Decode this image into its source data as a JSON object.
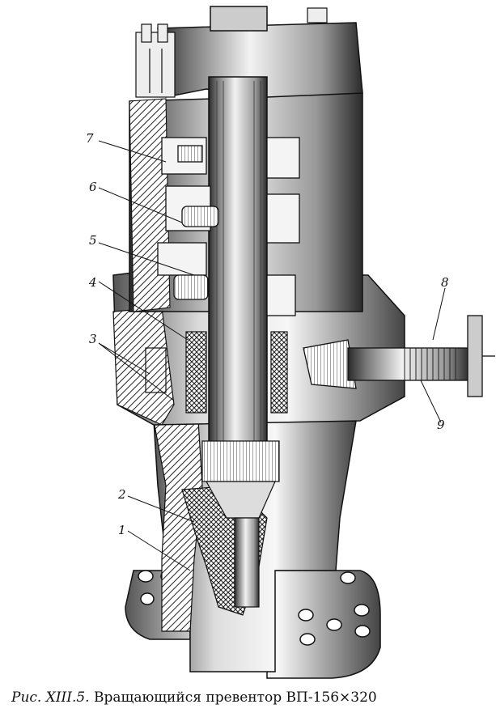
{
  "figure": {
    "callouts": [
      {
        "id": "7",
        "label": "7"
      },
      {
        "id": "6",
        "label": "6"
      },
      {
        "id": "5",
        "label": "5"
      },
      {
        "id": "4",
        "label": "4"
      },
      {
        "id": "3",
        "label": "3"
      },
      {
        "id": "2",
        "label": "2"
      },
      {
        "id": "1",
        "label": "1"
      },
      {
        "id": "8",
        "label": "8"
      },
      {
        "id": "9",
        "label": "9"
      }
    ]
  },
  "caption": {
    "prefix": "Рис. XIII.5.",
    "text": "Вращающийся превентор ВП-156×320"
  }
}
